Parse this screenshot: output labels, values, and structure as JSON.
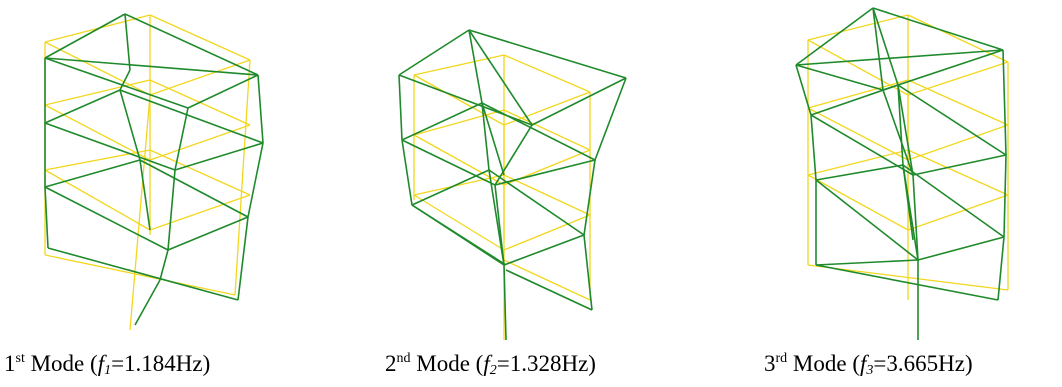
{
  "colors": {
    "undeformed": "#f2d71e",
    "deformed": "#1f8a2b",
    "text": "#000000"
  },
  "modes": [
    {
      "num": "1",
      "ord": "st",
      "word": "Mode",
      "sym": "f",
      "sub": "1",
      "freq": "=1.184Hz)"
    },
    {
      "num": "2",
      "ord": "nd",
      "word": "Mode",
      "sym": "f",
      "sub": "2",
      "freq": "=1.328Hz)"
    },
    {
      "num": "3",
      "ord": "rd",
      "word": "Mode",
      "sym": "f",
      "sub": "3",
      "freq": "=3.665Hz)"
    }
  ]
}
